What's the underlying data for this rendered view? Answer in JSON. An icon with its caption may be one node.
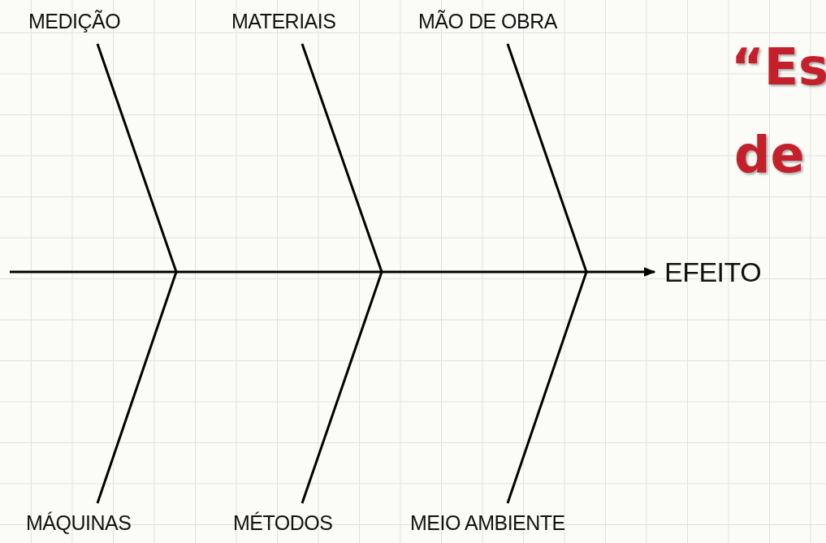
{
  "diagram": {
    "nodes": [
      {
        "text": [
          "MEDIÇÃO"
        ]
      },
      {
        "text": [
          "MATERIAIS"
        ]
      },
      {
        "text": [
          "MÃO DE OBRA"
        ]
      },
      {
        "text": [
          "MÁQUINAS"
        ]
      },
      {
        "text": [
          "MÉTODOS"
        ]
      },
      {
        "text": [
          "MEIO AMBIENTE"
        ]
      },
      {
        "text": [
          "EFEITO"
        ]
      }
    ],
    "edges": [
      {
        "from": null,
        "to": 6,
        "arrow": "to"
      },
      {
        "from": 0,
        "to": null,
        "arrow": "none"
      },
      {
        "from": 1,
        "to": null,
        "arrow": "none"
      },
      {
        "from": 2,
        "to": null,
        "arrow": "none"
      },
      {
        "from": 3,
        "to": null,
        "arrow": "none"
      },
      {
        "from": 4,
        "to": null,
        "arrow": "none"
      },
      {
        "from": 5,
        "to": null,
        "arrow": "none"
      }
    ],
    "labels": [
      "“Es",
      "de"
    ]
  }
}
